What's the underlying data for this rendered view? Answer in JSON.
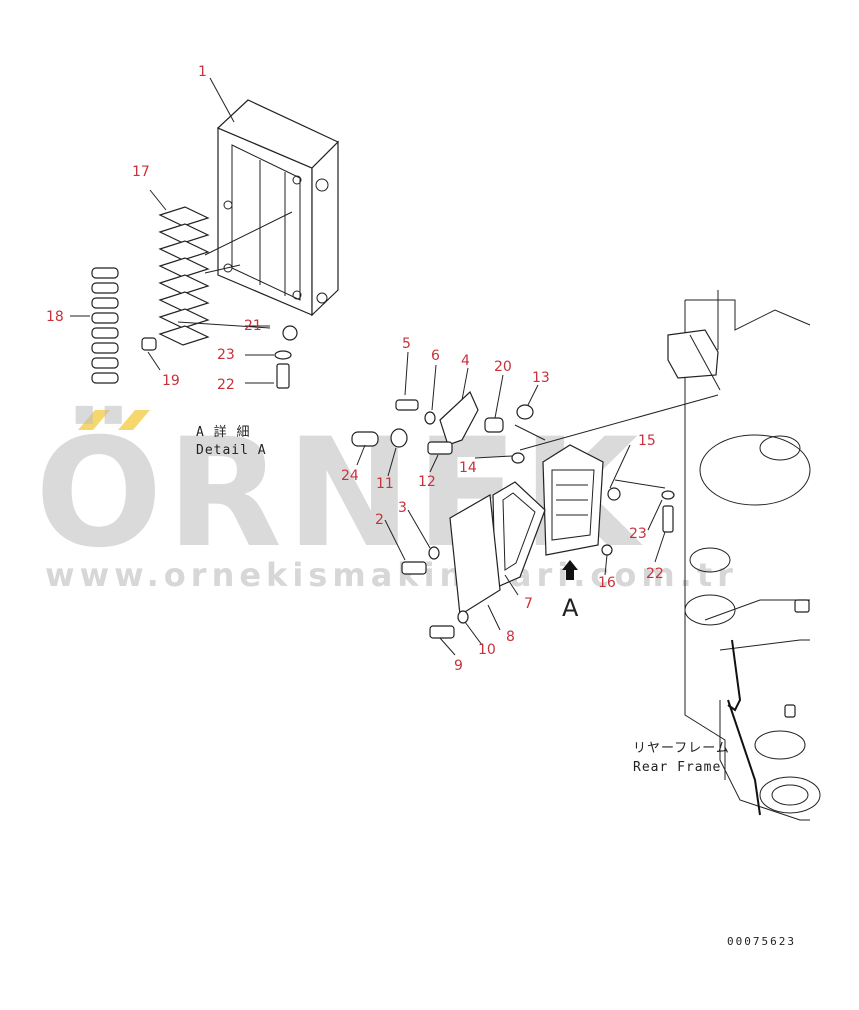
{
  "watermark": {
    "brand": "ÖRNEK",
    "url": "www.ornekismakinalari.com.tr",
    "color": "#bdbdbd",
    "accent": "#f5d76e"
  },
  "callouts": [
    "1",
    "17",
    "18",
    "21",
    "23",
    "19",
    "22",
    "5",
    "6",
    "4",
    "20",
    "13",
    "24",
    "11",
    "12",
    "14",
    "15",
    "2",
    "3",
    "7",
    "8",
    "9",
    "10",
    "16",
    "23",
    "22"
  ],
  "detail": {
    "jp": "A 詳 細",
    "en": "Detail A"
  },
  "view_letter": "A",
  "rear_frame": {
    "jp": "リヤーフレーム",
    "en": "Rear Frame"
  },
  "drawing_code": "00075623",
  "colors": {
    "callout": "#c8323c",
    "line": "#222222"
  }
}
